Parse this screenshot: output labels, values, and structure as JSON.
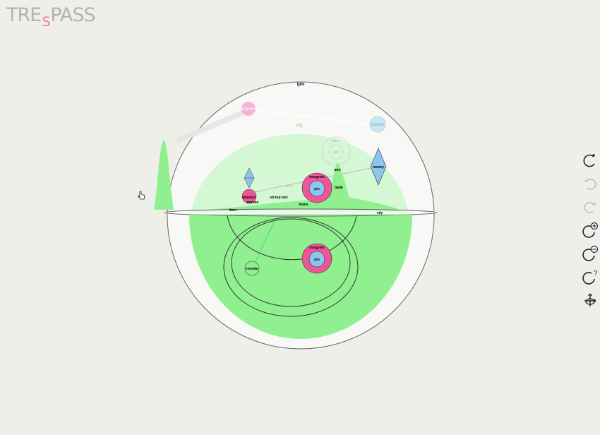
{
  "app": {
    "logo_pre": "TRE",
    "logo_mid": "S",
    "logo_post": "PASS"
  },
  "sphere": {
    "title": "iptv",
    "upper_layer_label": "city",
    "lower_layer_label": "city"
  },
  "nodes": {
    "attacker_faded": "attacker",
    "money_faded": "money",
    "bank_faded": "bank",
    "atm_faded": "atm",
    "atm": "atm",
    "money": "money",
    "margrete_top": "margrete",
    "pin_top": "pin",
    "bank": "bank",
    "attacker": "attacker",
    "remote_top": "remote",
    "sit_top_box": "sit-top box",
    "home": "home",
    "door": "door",
    "door_faded": "door",
    "margrete_bottom": "margrete",
    "pin_bottom": "pin",
    "remote_bottom": "remote"
  },
  "toolbar": {
    "rotate_add": "rotate-add-icon",
    "undo": "undo-icon",
    "redo": "redo-icon",
    "zoom_in": "zoom-in-icon",
    "zoom_out": "zoom-out-icon",
    "help": "help-icon",
    "reset_view": "reset-view-icon"
  },
  "colors": {
    "green_fill": "#90f090",
    "light_green": "#d4f7d4",
    "pink": "#f0559a",
    "light_blue": "#8cc6ec",
    "sphere_bg": "#f8f8f6"
  }
}
